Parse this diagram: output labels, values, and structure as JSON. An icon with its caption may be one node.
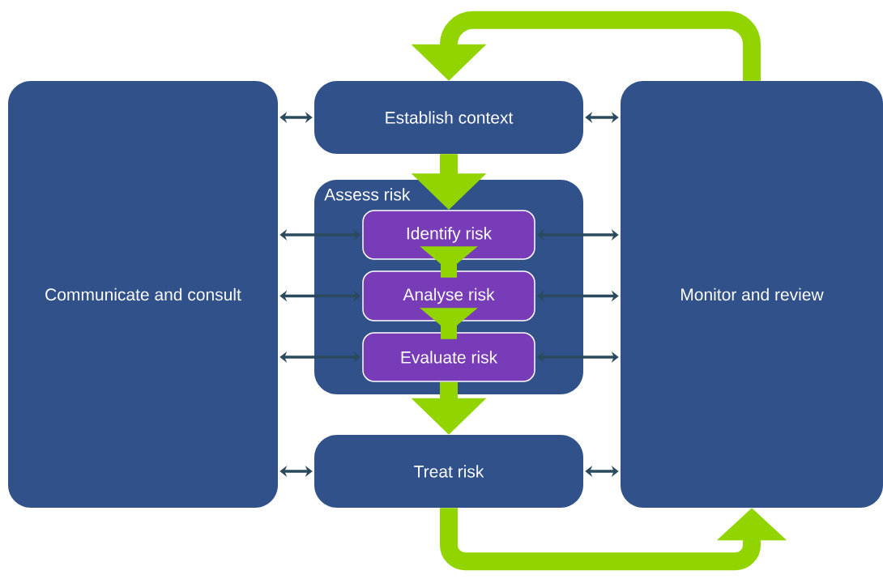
{
  "diagram": {
    "nodes": [
      {
        "text": [
          "Communicate and consult"
        ]
      },
      {
        "text": [
          "Establish context"
        ]
      },
      {
        "text": [
          "Assess risk"
        ]
      },
      {
        "text": [
          "Identify risk"
        ],
        "in": 2
      },
      {
        "text": [
          "Analyse risk"
        ],
        "in": 2
      },
      {
        "text": [
          "Evaluate risk"
        ],
        "in": 2
      },
      {
        "text": [
          "Treat risk"
        ]
      },
      {
        "text": [
          "Monitor and review"
        ]
      }
    ],
    "edges": [
      {
        "from": 0,
        "to": 1,
        "arrow": "both"
      },
      {
        "from": 1,
        "to": 7,
        "arrow": "both"
      },
      {
        "from": 0,
        "to": 3,
        "arrow": "both"
      },
      {
        "from": 3,
        "to": 7,
        "arrow": "both"
      },
      {
        "from": 0,
        "to": 4,
        "arrow": "both"
      },
      {
        "from": 4,
        "to": 7,
        "arrow": "both"
      },
      {
        "from": 0,
        "to": 5,
        "arrow": "both"
      },
      {
        "from": 5,
        "to": 7,
        "arrow": "both"
      },
      {
        "from": 0,
        "to": 6,
        "arrow": "both"
      },
      {
        "from": 6,
        "to": 7,
        "arrow": "both"
      },
      {
        "from": 1,
        "to": 3,
        "arrow": "to",
        "style": "thick",
        "color": "#92d400"
      },
      {
        "from": 3,
        "to": 4,
        "arrow": "to",
        "style": "thick",
        "color": "#92d400"
      },
      {
        "from": 4,
        "to": 5,
        "arrow": "to",
        "style": "thick",
        "color": "#92d400"
      },
      {
        "from": 5,
        "to": 6,
        "arrow": "to",
        "style": "thick",
        "color": "#92d400"
      },
      {
        "from": 7,
        "to": 1,
        "arrow": "to",
        "style": "thick",
        "color": "#92d400"
      },
      {
        "from": 6,
        "to": 7,
        "arrow": "to",
        "style": "thick",
        "color": "#92d400"
      }
    ]
  }
}
